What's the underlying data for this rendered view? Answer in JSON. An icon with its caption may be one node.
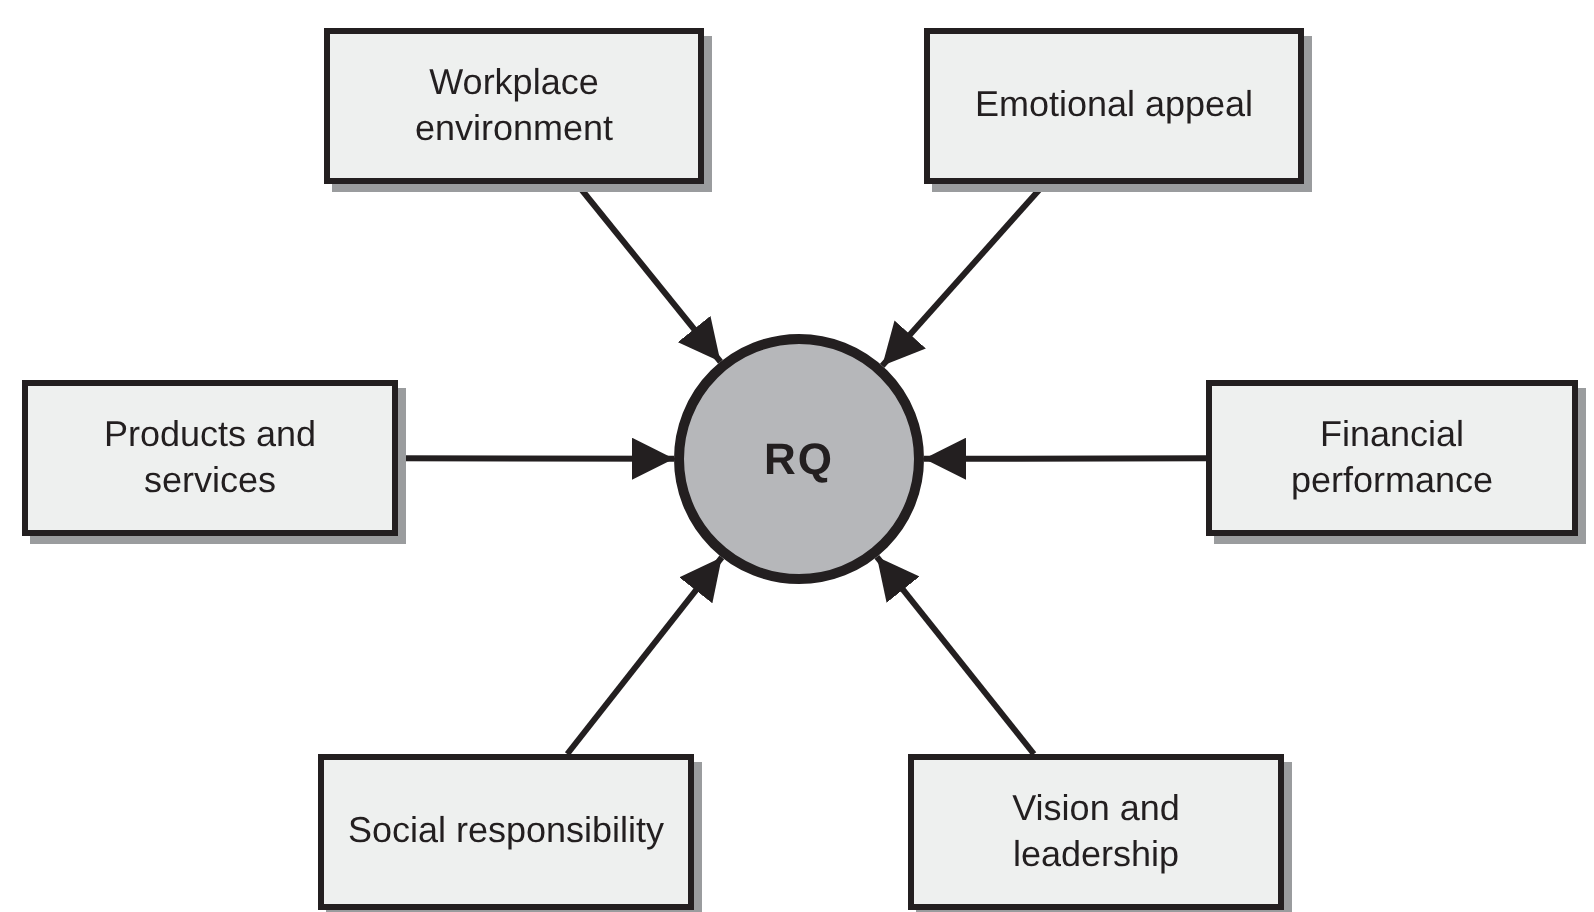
{
  "diagram": {
    "nodes": [
      {
        "text": [
          "RQ"
        ]
      },
      {
        "text": [
          "Workplace environment"
        ]
      },
      {
        "text": [
          "Emotional appeal"
        ]
      },
      {
        "text": [
          "Products and services"
        ]
      },
      {
        "text": [
          "Financial performance"
        ]
      },
      {
        "text": [
          "Social responsibility"
        ]
      },
      {
        "text": [
          "Vision and leadership"
        ]
      }
    ],
    "edges": [
      {
        "from": 1,
        "to": 0,
        "arrow": "to"
      },
      {
        "from": 2,
        "to": 0,
        "arrow": "to"
      },
      {
        "from": 3,
        "to": 0,
        "arrow": "to"
      },
      {
        "from": 4,
        "to": 0,
        "arrow": "to"
      },
      {
        "from": 5,
        "to": 0,
        "arrow": "to"
      },
      {
        "from": 6,
        "to": 0,
        "arrow": "to"
      }
    ]
  }
}
